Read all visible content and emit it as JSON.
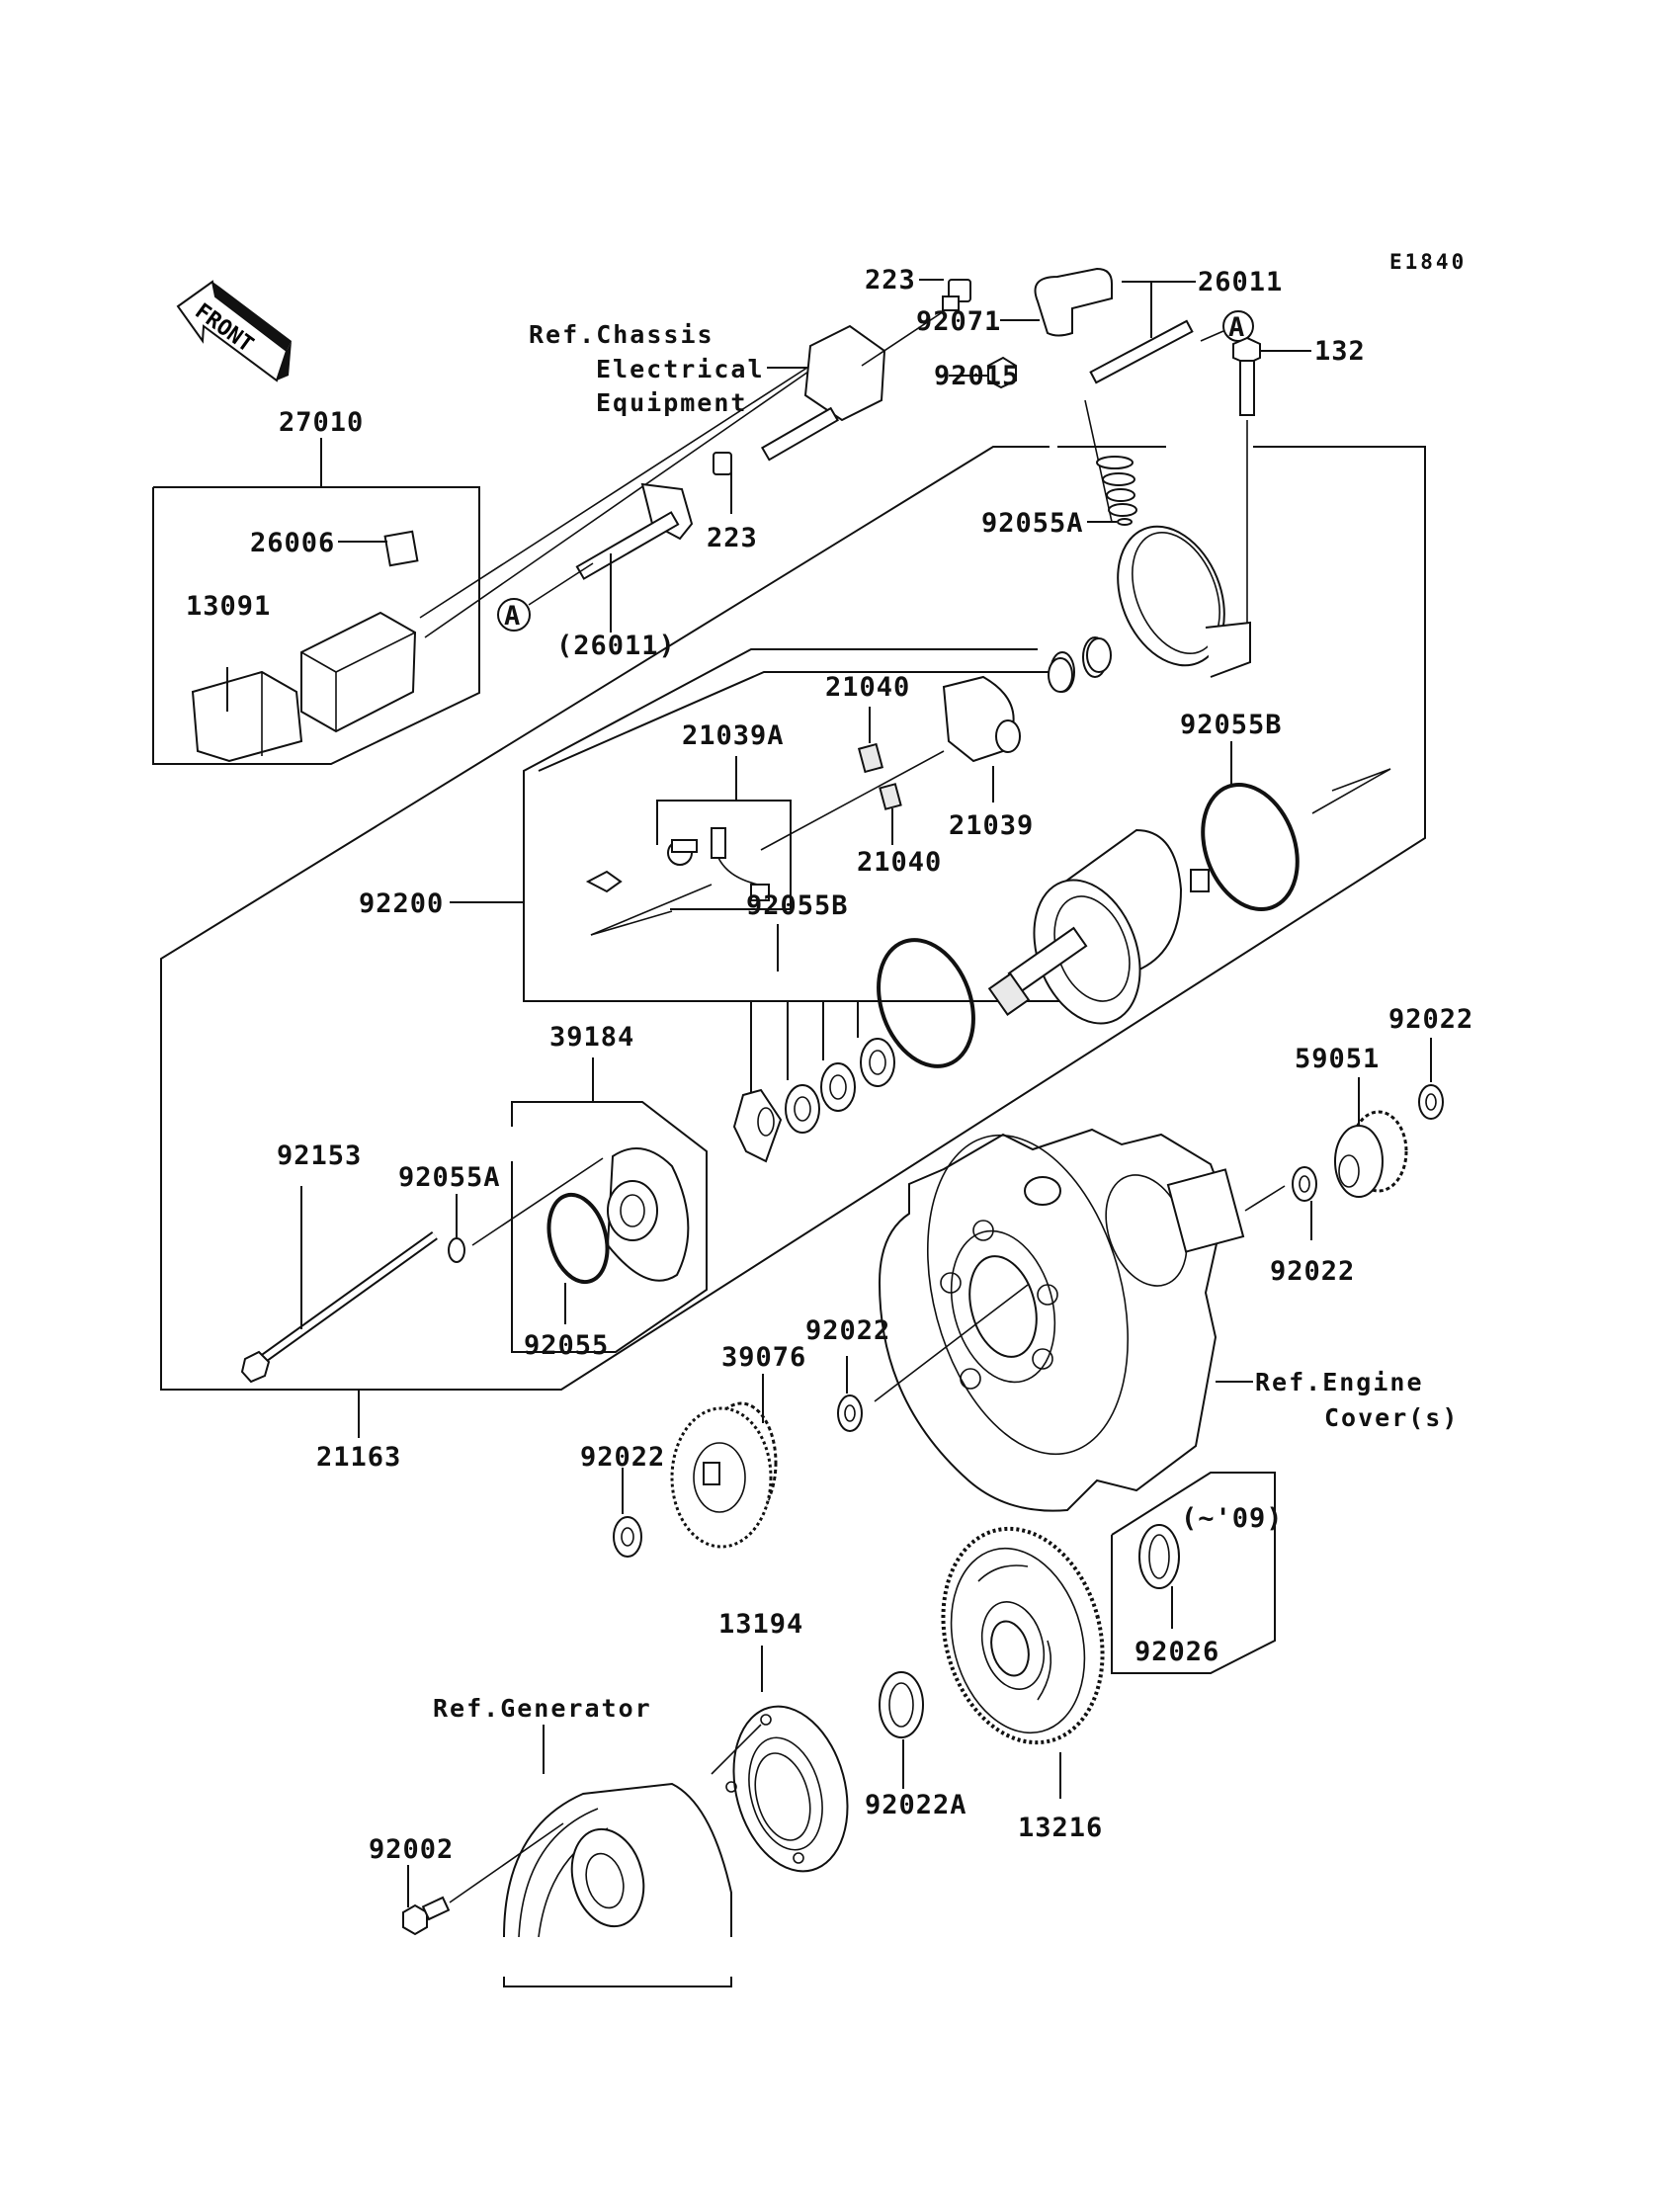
{
  "diagram": {
    "code": "E1840",
    "front_label": "FRONT",
    "marker_a": "A",
    "refs": {
      "chassis": [
        "Ref.Chassis",
        "Electrical",
        "Equipment"
      ],
      "engine": [
        "Ref.Engine",
        "Cover(s)"
      ],
      "generator": "Ref.Generator",
      "year_note": "(~'09)"
    },
    "parts": {
      "p223_top": "223",
      "p26011_top": "26011",
      "p92071": "92071",
      "p92015": "92015",
      "p132": "132",
      "p27010": "27010",
      "p26006": "26006",
      "p13091": "13091",
      "p223_mid": "223",
      "p26011_paren": "(26011)",
      "p92055A_top": "92055A",
      "p21040_a": "21040",
      "p21039A": "21039A",
      "p21040_b": "21040",
      "p21039": "21039",
      "p92055B_right": "92055B",
      "p92200": "92200",
      "p92055B_mid": "92055B",
      "p39184": "39184",
      "p92055A_low": "92055A",
      "p92153": "92153",
      "p92055": "92055",
      "p21163": "21163",
      "p92022_right_top": "92022",
      "p59051": "59051",
      "p92022_right_low": "92022",
      "p92022_center": "92022",
      "p39076": "39076",
      "p92022_left": "92022",
      "p92026": "92026",
      "p13194": "13194",
      "p92022A": "92022A",
      "p13216": "13216",
      "p92002": "92002"
    }
  }
}
